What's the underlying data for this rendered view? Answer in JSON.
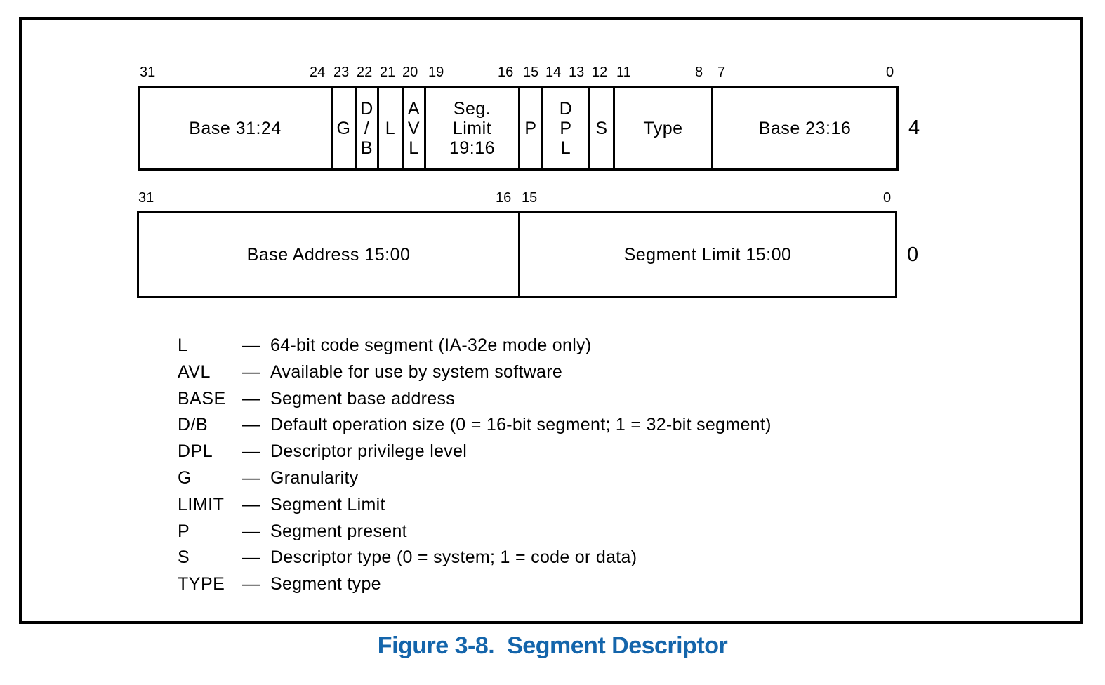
{
  "figure": {
    "caption": "Figure 3-8.  Segment Descriptor",
    "caption_color": "#1465ab"
  },
  "descriptor_rows": {
    "high": {
      "byte_offset_label": "4",
      "bit_labels": [
        "31",
        "24",
        "23",
        "22",
        "21",
        "20",
        "19",
        "16",
        "15",
        "14",
        "13",
        "12",
        "11",
        "8",
        "7",
        "0"
      ],
      "cells": [
        {
          "name": "base-31-24",
          "label": "Base 31:24"
        },
        {
          "name": "granularity",
          "label": "G"
        },
        {
          "name": "default-operation-size",
          "label": "D\n/\nB"
        },
        {
          "name": "long-mode",
          "label": "L"
        },
        {
          "name": "available",
          "label": "A\nV\nL"
        },
        {
          "name": "segment-limit-19-16",
          "label": "Seg.\nLimit\n19:16"
        },
        {
          "name": "present",
          "label": "P"
        },
        {
          "name": "descriptor-privilege-level",
          "label": "D\nP\nL"
        },
        {
          "name": "descriptor-type",
          "label": "S"
        },
        {
          "name": "segment-type",
          "label": "Type"
        },
        {
          "name": "base-23-16",
          "label": "Base 23:16"
        }
      ]
    },
    "low": {
      "byte_offset_label": "0",
      "bit_labels": [
        "31",
        "16",
        "15",
        "0"
      ],
      "cells": [
        {
          "name": "base-address-15-00",
          "label": "Base Address 15:00"
        },
        {
          "name": "segment-limit-15-00",
          "label": "Segment Limit 15:00"
        }
      ]
    }
  },
  "legend": {
    "dash": "—",
    "items": [
      {
        "term": "L",
        "desc": "64-bit code segment (IA-32e mode only)"
      },
      {
        "term": "AVL",
        "desc": "Available for use by system software"
      },
      {
        "term": "BASE",
        "desc": "Segment base address"
      },
      {
        "term": "D/B",
        "desc": "Default operation size (0 = 16-bit segment; 1 = 32-bit segment)"
      },
      {
        "term": "DPL",
        "desc": "Descriptor privilege level"
      },
      {
        "term": "G",
        "desc": "Granularity"
      },
      {
        "term": "LIMIT",
        "desc": "Segment Limit"
      },
      {
        "term": "P",
        "desc": "Segment present"
      },
      {
        "term": "S",
        "desc": "Descriptor type (0 = system; 1 = code or data)"
      },
      {
        "term": "TYPE",
        "desc": "Segment type"
      }
    ]
  }
}
